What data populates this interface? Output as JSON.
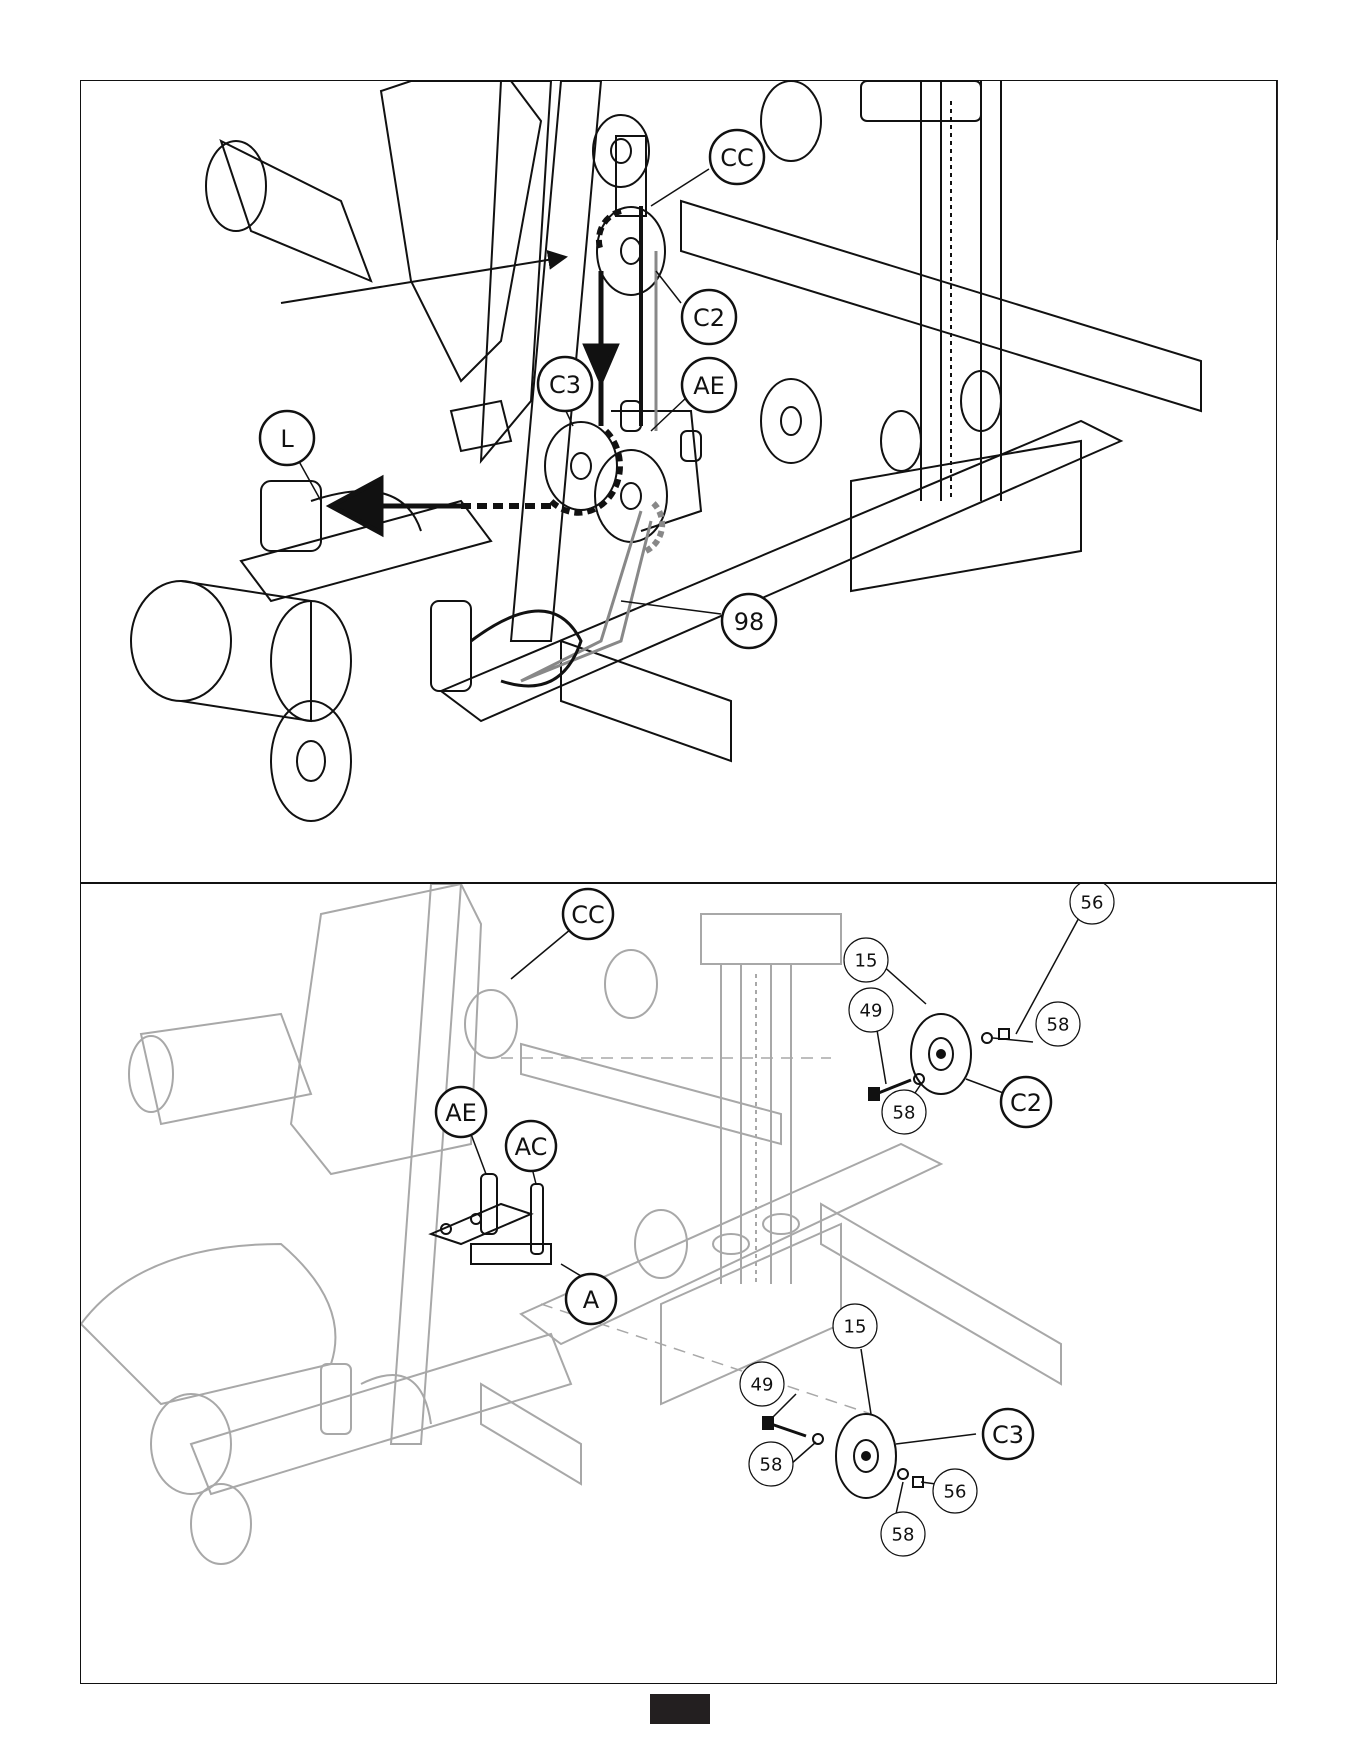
{
  "top_panel": {
    "callouts": {
      "cc": "CC",
      "c2": "C2",
      "c3": "C3",
      "ae": "AE",
      "l": "L",
      "p98": "98"
    }
  },
  "bottom_panel": {
    "callouts": {
      "cc": "CC",
      "p56a": "56",
      "p15a": "15",
      "p49a": "49",
      "p58a": "58",
      "p58b": "58",
      "c2": "C2",
      "ae": "AE",
      "ac": "AC",
      "a": "A",
      "p15b": "15",
      "p49b": "49",
      "p58c": "58",
      "c3": "C3",
      "p56b": "56",
      "p58d": "58"
    }
  },
  "colors": {
    "line": "#111111",
    "ghost": "#9a9a9a",
    "tab_dark": "#231f20",
    "tab_grey": "#7a7a7a"
  }
}
